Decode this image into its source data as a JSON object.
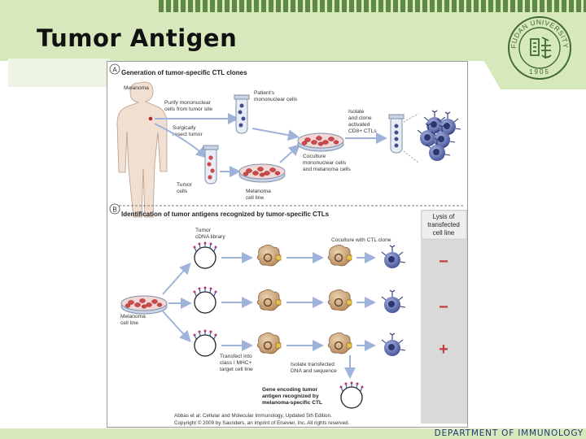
{
  "slide": {
    "title": "Tumor Antigen",
    "footer": "DEPARTMENT OF IMMUNOLOGY",
    "logo_text": "FUDAN UNIVERSITY",
    "logo_year": "1905"
  },
  "panel_a": {
    "badge": "A",
    "heading": "Generation of tumor-specific CTL clones",
    "labels": {
      "melanoma": "Melanoma",
      "purify_1": "Purify mononuclear",
      "purify_2": "cells from tumor site",
      "patients_1": "Patient's",
      "patients_2": "mononuclear cells",
      "resect_1": "Surgically",
      "resect_2": "resect tumor",
      "isolate_1": "Isolate",
      "isolate_2": "and clone",
      "isolate_3": "activated",
      "isolate_4": "CD8+ CTLs",
      "coculture_1": "Coculture",
      "coculture_2": "mononuclear cells",
      "coculture_3": "and melanoma cells",
      "tumor_cells_1": "Tumor",
      "tumor_cells_2": "cells",
      "cell_line_1": "Melanoma",
      "cell_line_2": "cell line"
    }
  },
  "panel_b": {
    "badge": "B",
    "heading": "Identification of tumor antigens recognized by tumor-specific CTLs",
    "lysis_1": "Lysis of",
    "lysis_2": "transfected",
    "lysis_3": "cell line",
    "results": [
      "−",
      "−",
      "+"
    ],
    "labels": {
      "cdna_1": "Tumor",
      "cdna_2": "cDNA library",
      "coculture_ctl": "Coculture with CTL clone",
      "cell_line_1": "Melanoma",
      "cell_line_2": "cell line",
      "transfect_1": "Transfect into",
      "transfect_2": "class I MHC+",
      "transfect_3": "target cell line",
      "isolate_1": "Isolate transfected",
      "isolate_2": "DNA and sequence",
      "gene_1": "Gene encoding tumor",
      "gene_2": "antigen recognized by",
      "gene_3": "melanoma-specific CTL"
    }
  },
  "citation": {
    "line1": "Abbas et al: Cellular and Molecular Immunology, Updated 5th Edition.",
    "line2": "Copyright © 2009 by Saunders, an imprint of Elsevier, Inc. All rights reserved."
  },
  "colors": {
    "band": "#d7e8bc",
    "stripe": "#5f8a45",
    "arrow": "#9fb3da",
    "tumor_cell": "#c9a27a",
    "ctl": "#3f4e96",
    "result_red": "#c43b3b",
    "lysis_panel": "#d9d9d9"
  }
}
